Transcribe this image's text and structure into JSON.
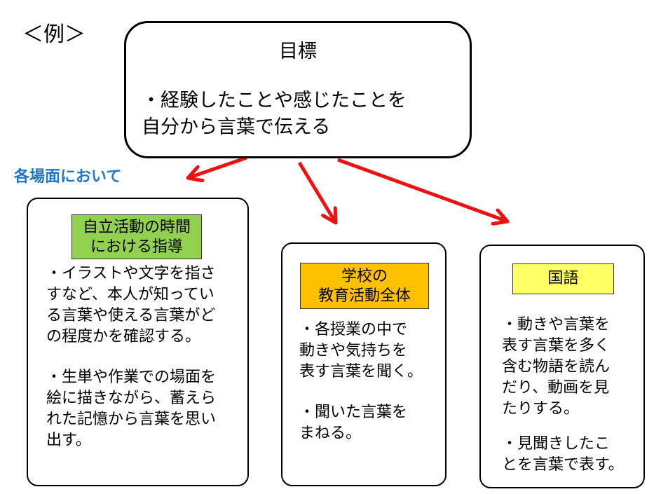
{
  "example_label": "＜例＞",
  "goal": {
    "title": "目標",
    "lines": [
      "・経験したことや感じたことを",
      "自分から言葉で伝える"
    ]
  },
  "scene_label": "各場面において",
  "colors": {
    "arrow": "#ee1111",
    "scene_text": "#1f77c9",
    "label_green": "#92d050",
    "label_orange": "#ffc000",
    "label_yellow": "#ffff66"
  },
  "boxes": [
    {
      "label": [
        "自立活動の時間",
        "における指導"
      ],
      "bullets": [
        [
          "・イラストや文字を指さ",
          "すなど、本人が知ってい",
          "る言葉や使える言葉がど",
          "の程度かを確認する。"
        ],
        [
          "・生単や作業での場面を",
          "絵に描きながら、蓄えら",
          "れた記憶から言葉を思い",
          "出す。"
        ]
      ]
    },
    {
      "label": [
        "学校の",
        "教育活動全体"
      ],
      "bullets": [
        [
          "・各授業の中で",
          "動きや気持ちを",
          "表す言葉を聞く。"
        ],
        [
          "・聞いた言葉を",
          "まねる。"
        ]
      ]
    },
    {
      "label": [
        "国語"
      ],
      "bullets": [
        [
          "・動きや言葉を",
          "表す言葉を多く",
          "含む物語を読ん",
          "だり、動画を見",
          "たりする。"
        ],
        [
          "・見聞きしたこ",
          "とを言葉で表す。"
        ]
      ]
    }
  ]
}
